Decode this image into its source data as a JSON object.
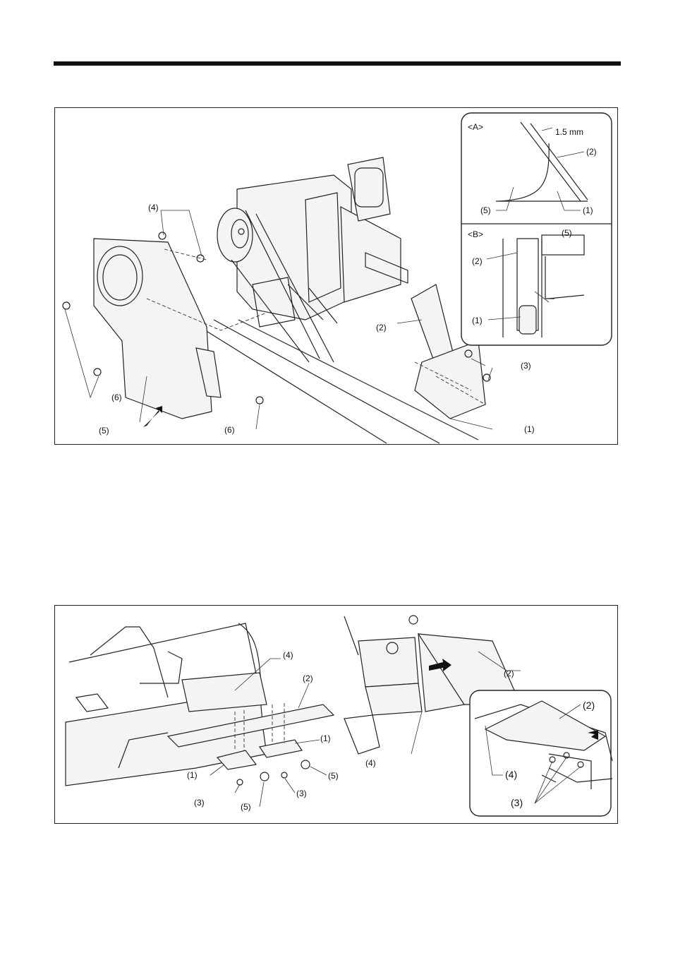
{
  "figure1": {
    "part_labels": {
      "p4": "(4)",
      "p6a": "(6)",
      "p6b": "(6)",
      "p5": "(5)",
      "p2": "(2)",
      "p3": "(3)",
      "p1": "(1)"
    },
    "inset_a": {
      "title": "<A>",
      "dimension": "1.5 mm",
      "l2": "(2)",
      "l5": "(5)",
      "l1": "(1)"
    },
    "inset_b": {
      "title": "<B>",
      "l5": "(5)",
      "l2": "(2)",
      "l1": "(1)"
    }
  },
  "figure2": {
    "part_labels": {
      "p4": "(4)",
      "p2": "(2)",
      "p1a": "(1)",
      "p1b": "(1)",
      "p3a": "(3)",
      "p3b": "(3)",
      "p5a": "(5)",
      "p5b": "(5)",
      "right_p2": "(2)",
      "right_p4": "(4)"
    },
    "inset": {
      "p2": "(2)",
      "p4": "(4)",
      "p3": "(3)"
    }
  }
}
